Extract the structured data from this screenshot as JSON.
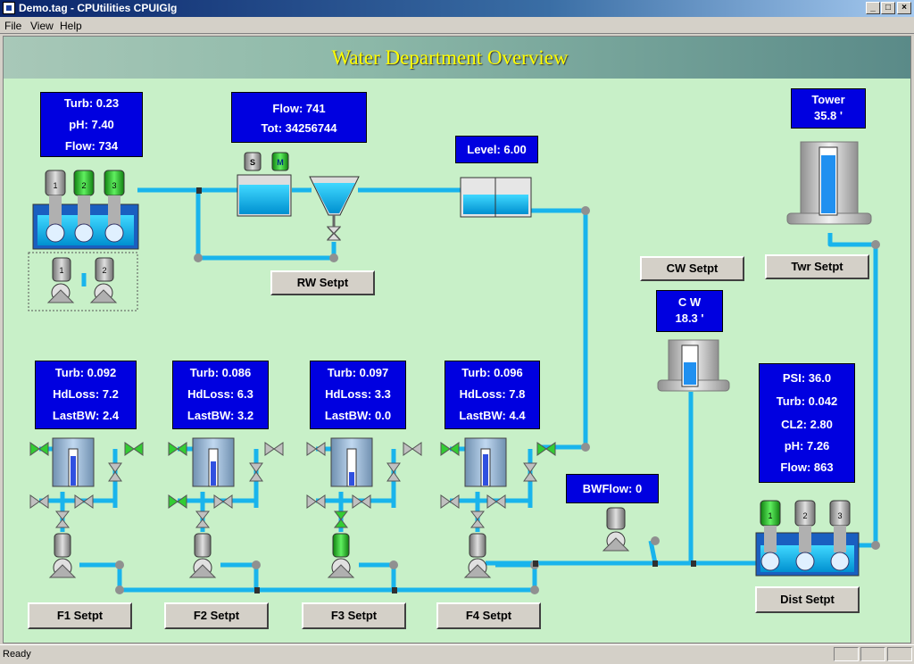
{
  "window": {
    "title": "Demo.tag - CPUtilities CPUIGlg",
    "minimize": "_",
    "maximize": "□",
    "close": "×"
  },
  "menu": {
    "file": "File",
    "view": "View",
    "help": "Help"
  },
  "banner": {
    "title": "Water Department Overview"
  },
  "intake": {
    "turb": "Turb: 0.23",
    "ph": "pH: 7.40",
    "flow": "Flow: 734",
    "pumps": [
      "1",
      "2",
      "3"
    ],
    "sub_pumps": [
      "1",
      "2"
    ]
  },
  "flowmeter": {
    "flow": "Flow: 741",
    "tot": "Tot: 34256744",
    "s": "S",
    "m": "M"
  },
  "level": {
    "text": "Level: 6.00"
  },
  "tower": {
    "label": "Tower",
    "value": "35.8 '",
    "level": 0.9
  },
  "cw": {
    "label": "C W",
    "value": "18.3 '",
    "level": 0.6
  },
  "filters": [
    {
      "turb": "Turb: 0.092",
      "hdloss": "HdLoss: 7.2",
      "lastbw": "LastBW: 2.4",
      "setpt": "F1 Setpt"
    },
    {
      "turb": "Turb: 0.086",
      "hdloss": "HdLoss: 6.3",
      "lastbw": "LastBW: 3.2",
      "setpt": "F2 Setpt"
    },
    {
      "turb": "Turb: 0.097",
      "hdloss": "HdLoss: 3.3",
      "lastbw": "LastBW: 0.0",
      "setpt": "F3 Setpt"
    },
    {
      "turb": "Turb: 0.096",
      "hdloss": "HdLoss: 7.8",
      "lastbw": "LastBW: 4.4",
      "setpt": "F4 Setpt"
    }
  ],
  "dist": {
    "psi": "PSI: 36.0",
    "turb": "Turb: 0.042",
    "cl2": "CL2: 2.80",
    "ph": "pH: 7.26",
    "flow": "Flow: 863",
    "pumps": [
      "1",
      "2",
      "3"
    ]
  },
  "bwflow": {
    "text": "BWFlow: 0"
  },
  "buttons": {
    "rw": "RW Setpt",
    "cw": "CW Setpt",
    "twr": "Twr Setpt",
    "dist": "Dist Setpt"
  },
  "status": {
    "text": "Ready"
  },
  "colors": {
    "pipe": "#19b4ec",
    "box": "#0000e0",
    "on": "#33cc33",
    "off": "#c0c0c0"
  }
}
